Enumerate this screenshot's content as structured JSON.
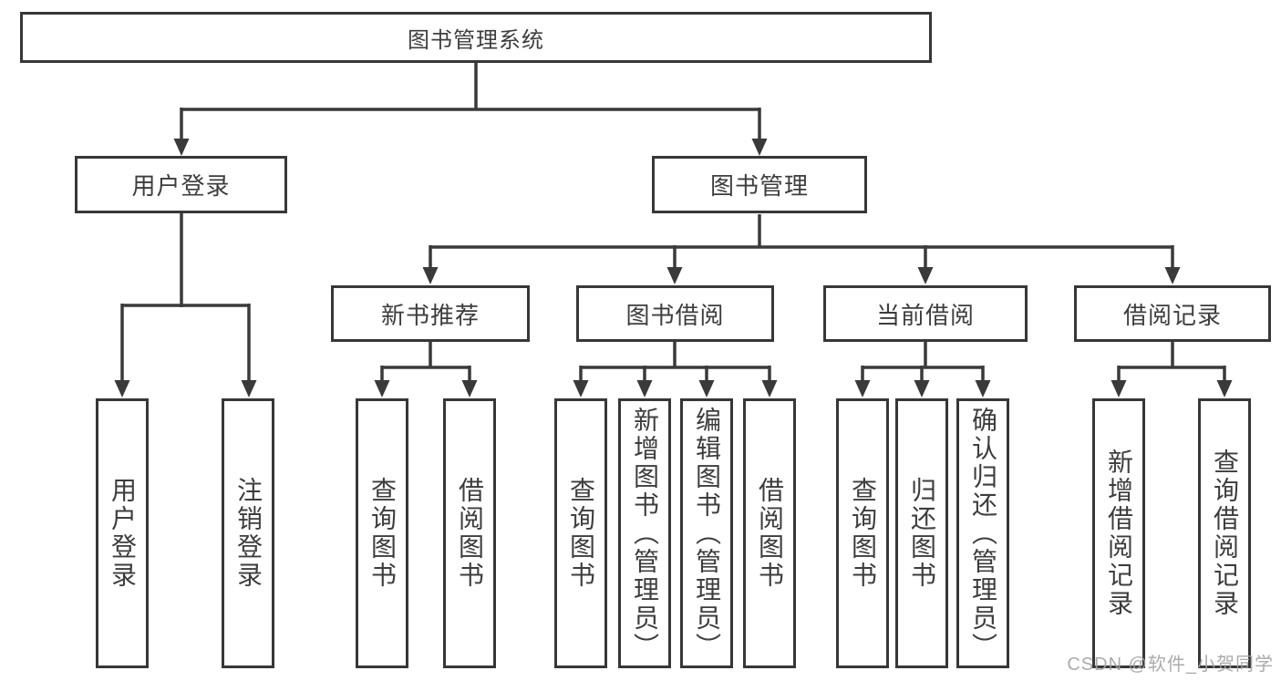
{
  "diagram": {
    "type": "hierarchy-tree",
    "colors": {
      "line": "#3a3a3a",
      "border": "#373737",
      "text": "#3d3d3d",
      "box_background": "#ffffff",
      "watermark": "#a2a2a2"
    },
    "tree": {
      "root": {
        "label": "图书管理系统"
      },
      "level2": [
        {
          "label": "用户登录",
          "parent": "图书管理系统"
        },
        {
          "label": "图书管理",
          "parent": "图书管理系统"
        }
      ],
      "level3": [
        {
          "label": "新书推荐",
          "parent": "图书管理"
        },
        {
          "label": "图书借阅",
          "parent": "图书管理"
        },
        {
          "label": "当前借阅",
          "parent": "图书管理"
        },
        {
          "label": "借阅记录",
          "parent": "图书管理"
        }
      ],
      "leaves": [
        {
          "label": "用户登录",
          "parent": "用户登录"
        },
        {
          "label": "注销登录",
          "parent": "用户登录"
        },
        {
          "label": "查询图书",
          "parent": "新书推荐"
        },
        {
          "label": "借阅图书",
          "parent": "新书推荐"
        },
        {
          "label": "查询图书",
          "parent": "图书借阅"
        },
        {
          "label": "新增图书（管理员）",
          "parent": "图书借阅"
        },
        {
          "label": "编辑图书（管理员）",
          "parent": "图书借阅"
        },
        {
          "label": "借阅图书",
          "parent": "图书借阅"
        },
        {
          "label": "查询图书",
          "parent": "当前借阅"
        },
        {
          "label": "归还图书",
          "parent": "当前借阅"
        },
        {
          "label": "确认归还（管理员）",
          "parent": "当前借阅"
        },
        {
          "label": "新增借阅记录",
          "parent": "借阅记录"
        },
        {
          "label": "查询借阅记录",
          "parent": "借阅记录"
        }
      ]
    }
  },
  "watermark": {
    "text": "CSDN @软件_小贺同学"
  }
}
